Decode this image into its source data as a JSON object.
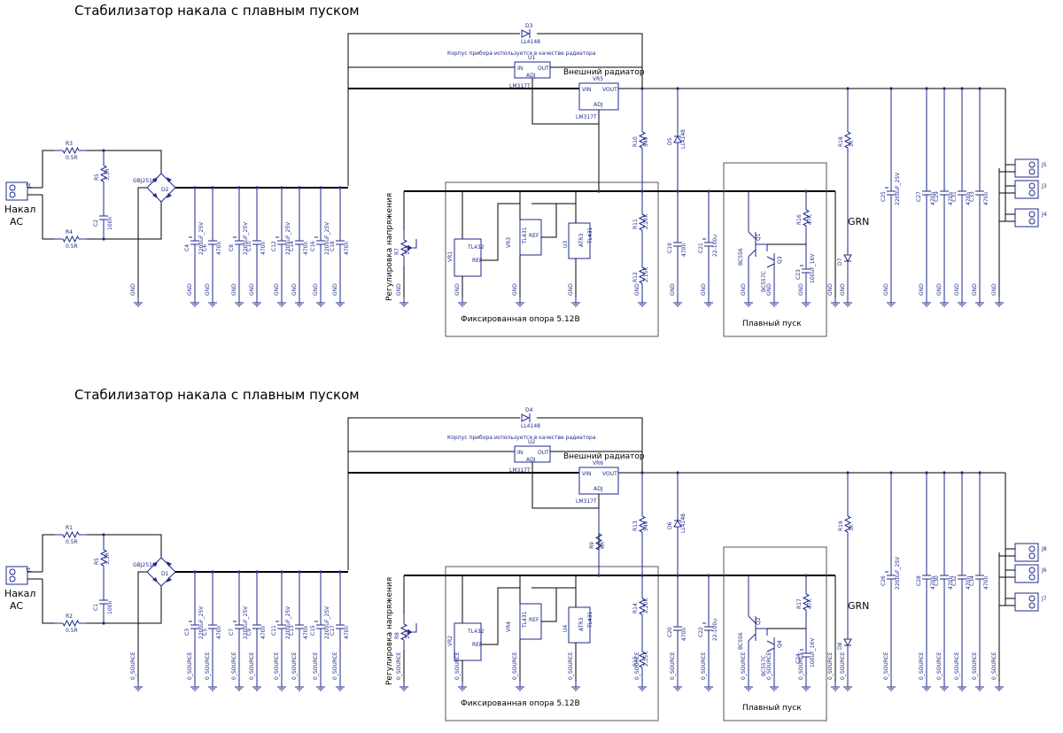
{
  "sections": [
    {
      "title": "Стабилизатор накала с плавным пуском",
      "heatsink_note": "Корпус прибора используется в качестве радиатора",
      "ext_heatsink": "Внешний радиатор",
      "diode_top": {
        "ref": "D3",
        "part": "LL4148"
      },
      "reg1": {
        "ref": "U1",
        "part": "LM317T",
        "pins": [
          "IN",
          "OUT",
          "ADJ"
        ]
      },
      "reg2": {
        "ref": "VR5",
        "part": "LM317T",
        "pins": [
          "VIN",
          "VOUT",
          "ADJ"
        ]
      },
      "input": {
        "ref": "J2",
        "label1": "Накал",
        "label2": "AC"
      },
      "r_in1": {
        "ref": "R3",
        "val": "0.5R"
      },
      "r_in2": {
        "ref": "R4",
        "val": "0.5R"
      },
      "r_snub": {
        "ref": "R5",
        "val": "3,3R"
      },
      "c_snub": {
        "ref": "C2",
        "val": "100n"
      },
      "bridge": {
        "ref": "D2",
        "part": "GBJ2510"
      },
      "caps_in": [
        {
          "ref": "C4",
          "val": "2200uF_25V"
        },
        {
          "ref": "C6",
          "val": "470n"
        },
        {
          "ref": "C8",
          "val": "2200uF_25V"
        },
        {
          "ref": "C10",
          "val": "470n"
        },
        {
          "ref": "C12",
          "val": "2200uF_25V"
        },
        {
          "ref": "C14",
          "val": "470n"
        },
        {
          "ref": "C16",
          "val": "2200uF_25V"
        },
        {
          "ref": "C18",
          "val": "470n"
        }
      ],
      "pot": {
        "ref": "R7",
        "val": "10k"
      },
      "adj_label": "Регулировка напряжения",
      "refs": [
        {
          "ref": "VR1",
          "part": "TL432",
          "pin": "REF"
        },
        {
          "ref": "VR3",
          "part": "TL431",
          "pin": "REF"
        },
        {
          "ref": "U3",
          "part": "TL431",
          "pin": "ATR3"
        }
      ],
      "fixed_ref_label": "Фиксированная опора 5.12В",
      "r_top": {
        "ref": "R10",
        "val": "549"
      },
      "r_top2": null,
      "r_div1": {
        "ref": "R11",
        "val": "2,20K"
      },
      "r_div2": {
        "ref": "R12",
        "val": "2,15K"
      },
      "diode_mid": {
        "ref": "D5",
        "part": "LL4148"
      },
      "c_mid1": {
        "ref": "C19",
        "val": "470n"
      },
      "c_mid2": {
        "ref": "C21",
        "val": "22-100u"
      },
      "q1": {
        "ref": "Q1",
        "part": "BC556"
      },
      "q3": {
        "ref": "Q3",
        "part": "BC557C"
      },
      "r_soft": {
        "ref": "R16",
        "val": "47K"
      },
      "c_soft": {
        "ref": "C23",
        "val": "100uF_16V"
      },
      "soft_label": "Плавный пуск",
      "r_led": {
        "ref": "R18",
        "val": "1K"
      },
      "led": {
        "ref": "D7",
        "color": "GRN"
      },
      "caps_out": [
        {
          "ref": "C25",
          "val": "2200uF_25V"
        },
        {
          "ref": "C27",
          "val": "470n"
        },
        {
          "ref": "C29",
          "val": "470n"
        },
        {
          "ref": "C31",
          "val": "470n"
        },
        {
          "ref": "C33",
          "val": "470n"
        }
      ],
      "outputs": [
        "J5",
        "J3",
        "J4"
      ],
      "gnd": "GND"
    },
    {
      "title": "Стабилизатор накала с плавным пуском",
      "heatsink_note": "Корпус прибора используется в качестве радиатора",
      "ext_heatsink": "Внешний радиатор",
      "diode_top": {
        "ref": "D4",
        "part": "LL4148"
      },
      "reg1": {
        "ref": "U2",
        "part": "LM317T",
        "pins": [
          "IN",
          "OUT",
          "ADJ"
        ]
      },
      "reg2": {
        "ref": "VR6",
        "part": "LM317T",
        "pins": [
          "VIN",
          "VOUT",
          "ADJ"
        ]
      },
      "input": {
        "ref": "J1",
        "label1": "Накал",
        "label2": "AC"
      },
      "r_in1": {
        "ref": "R1",
        "val": "0.5R"
      },
      "r_in2": {
        "ref": "R2",
        "val": "0.5R"
      },
      "r_snub": {
        "ref": "R5",
        "val": "3,3R"
      },
      "c_snub": {
        "ref": "C1",
        "val": "100n"
      },
      "bridge": {
        "ref": "D1",
        "part": "GBJ2510"
      },
      "caps_in": [
        {
          "ref": "C3",
          "val": "2200uF_25V"
        },
        {
          "ref": "C5",
          "val": "470n"
        },
        {
          "ref": "C7",
          "val": "2200uF_25V"
        },
        {
          "ref": "C9",
          "val": "470n"
        },
        {
          "ref": "C11",
          "val": "2200uF_25V"
        },
        {
          "ref": "C13",
          "val": "470n"
        },
        {
          "ref": "C15",
          "val": "2200uF_25V"
        },
        {
          "ref": "C17",
          "val": "470n"
        }
      ],
      "pot": {
        "ref": "R8",
        "val": "10k"
      },
      "adj_label": "Регулировка напряжения",
      "refs": [
        {
          "ref": "VR2",
          "part": "TL432",
          "pin": "REF"
        },
        {
          "ref": "VR4",
          "part": "TL431",
          "pin": "REF"
        },
        {
          "ref": "U4",
          "part": "TL431",
          "pin": "ATR3"
        }
      ],
      "fixed_ref_label": "Фиксированная опора 5.12В",
      "r_top": {
        "ref": "R13",
        "val": "549"
      },
      "r_top2": {
        "ref": "R9",
        "val": "6R"
      },
      "r_div1": {
        "ref": "R14",
        "val": "2,20K"
      },
      "r_div2": {
        "ref": "R15",
        "val": "2,15K"
      },
      "diode_mid": {
        "ref": "D6",
        "part": "LL4148"
      },
      "c_mid1": {
        "ref": "C20",
        "val": "470n"
      },
      "c_mid2": {
        "ref": "C22",
        "val": "22-100u"
      },
      "q1": {
        "ref": "Q2",
        "part": "BC556"
      },
      "q3": {
        "ref": "Q4",
        "part": "BC557C"
      },
      "r_soft": {
        "ref": "R17",
        "val": "47K"
      },
      "c_soft": {
        "ref": "C24",
        "val": "100uF_16V"
      },
      "soft_label": "Плавный пуск",
      "r_led": {
        "ref": "R19",
        "val": "1K"
      },
      "led": {
        "ref": "D8",
        "color": "GRN"
      },
      "caps_out": [
        {
          "ref": "C26",
          "val": "2200uF_25V"
        },
        {
          "ref": "C28",
          "val": "470n"
        },
        {
          "ref": "C30",
          "val": "470n"
        },
        {
          "ref": "C32",
          "val": "470n"
        },
        {
          "ref": "C34",
          "val": "470n"
        }
      ],
      "outputs": [
        "J8",
        "J6",
        "J7"
      ],
      "gnd": "0_SOURCE"
    }
  ]
}
